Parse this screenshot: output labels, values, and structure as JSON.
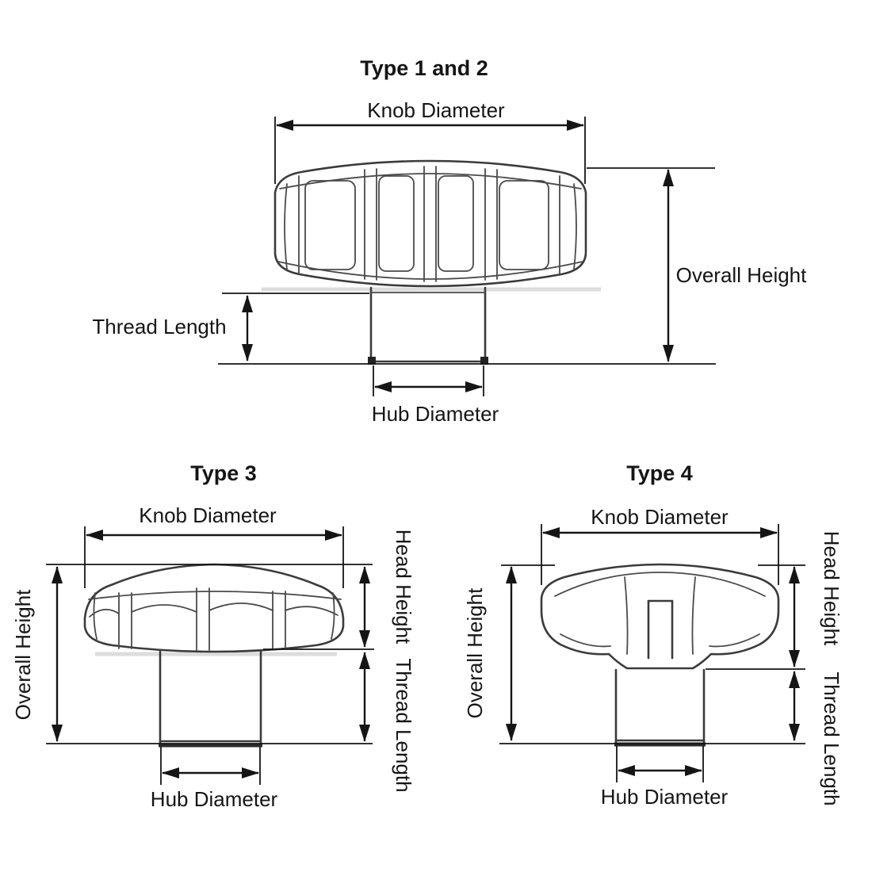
{
  "colors": {
    "ink": "#151515",
    "drawing": "#3b3b3b",
    "background": "#ffffff"
  },
  "diagrams": {
    "type12": {
      "title": "Type 1 and 2",
      "labels": {
        "knob_diameter": "Knob Diameter",
        "overall_height": "Overall Height",
        "thread_length": "Thread Length",
        "hub_diameter": "Hub Diameter"
      }
    },
    "type3": {
      "title": "Type 3",
      "labels": {
        "knob_diameter": "Knob Diameter",
        "overall_height": "Overall Height",
        "head_height": "Head Height",
        "thread_length": "Thread Length",
        "hub_diameter": "Hub Diameter"
      }
    },
    "type4": {
      "title": "Type 4",
      "labels": {
        "knob_diameter": "Knob Diameter",
        "overall_height": "Overall Height",
        "head_height": "Head Height",
        "thread_length": "Thread Length",
        "hub_diameter": "Hub Diameter"
      }
    }
  }
}
